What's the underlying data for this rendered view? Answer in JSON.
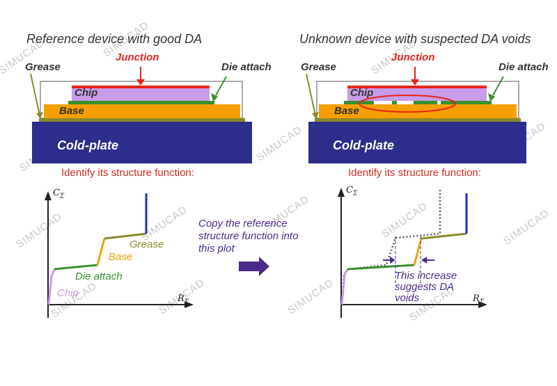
{
  "left_panel": {
    "title": "Reference device with good DA",
    "labels": {
      "junction": "Junction",
      "grease": "Grease",
      "die_attach": "Die attach",
      "chip": "Chip",
      "base": "Base",
      "cold_plate": "Cold-plate"
    },
    "subtitle": "Identify its structure function:",
    "plot": {
      "y_label": "C",
      "y_sub": "Σ",
      "x_label": "R",
      "x_sub": "Σ",
      "curve_labels": {
        "grease": "Grease",
        "base": "Base",
        "die_attach": "Die attach",
        "chip": "Chip"
      }
    }
  },
  "right_panel": {
    "title": "Unknown device with suspected  DA voids",
    "labels": {
      "junction": "Junction",
      "grease": "Grease",
      "die_attach": "Die attach",
      "chip": "Chip",
      "base": "Base",
      "cold_plate": "Cold-plate"
    },
    "subtitle": "Identify its structure function:",
    "plot": {
      "y_label": "C",
      "y_sub": "Σ",
      "x_label": "R",
      "x_sub": "Σ",
      "annotation": "This increase suggests DA voids"
    }
  },
  "middle": {
    "instruction": "Copy the reference structure function into this plot"
  },
  "watermark": "SIMUCAD",
  "colors": {
    "junction": "#e8231a",
    "chip": "#c89ce8",
    "die_attach": "#3a8f2e",
    "base": "#f5a000",
    "cold_plate": "#2d2e8c",
    "grease": "#8a8a2a",
    "arrow_purple": "#4b2a8a"
  }
}
